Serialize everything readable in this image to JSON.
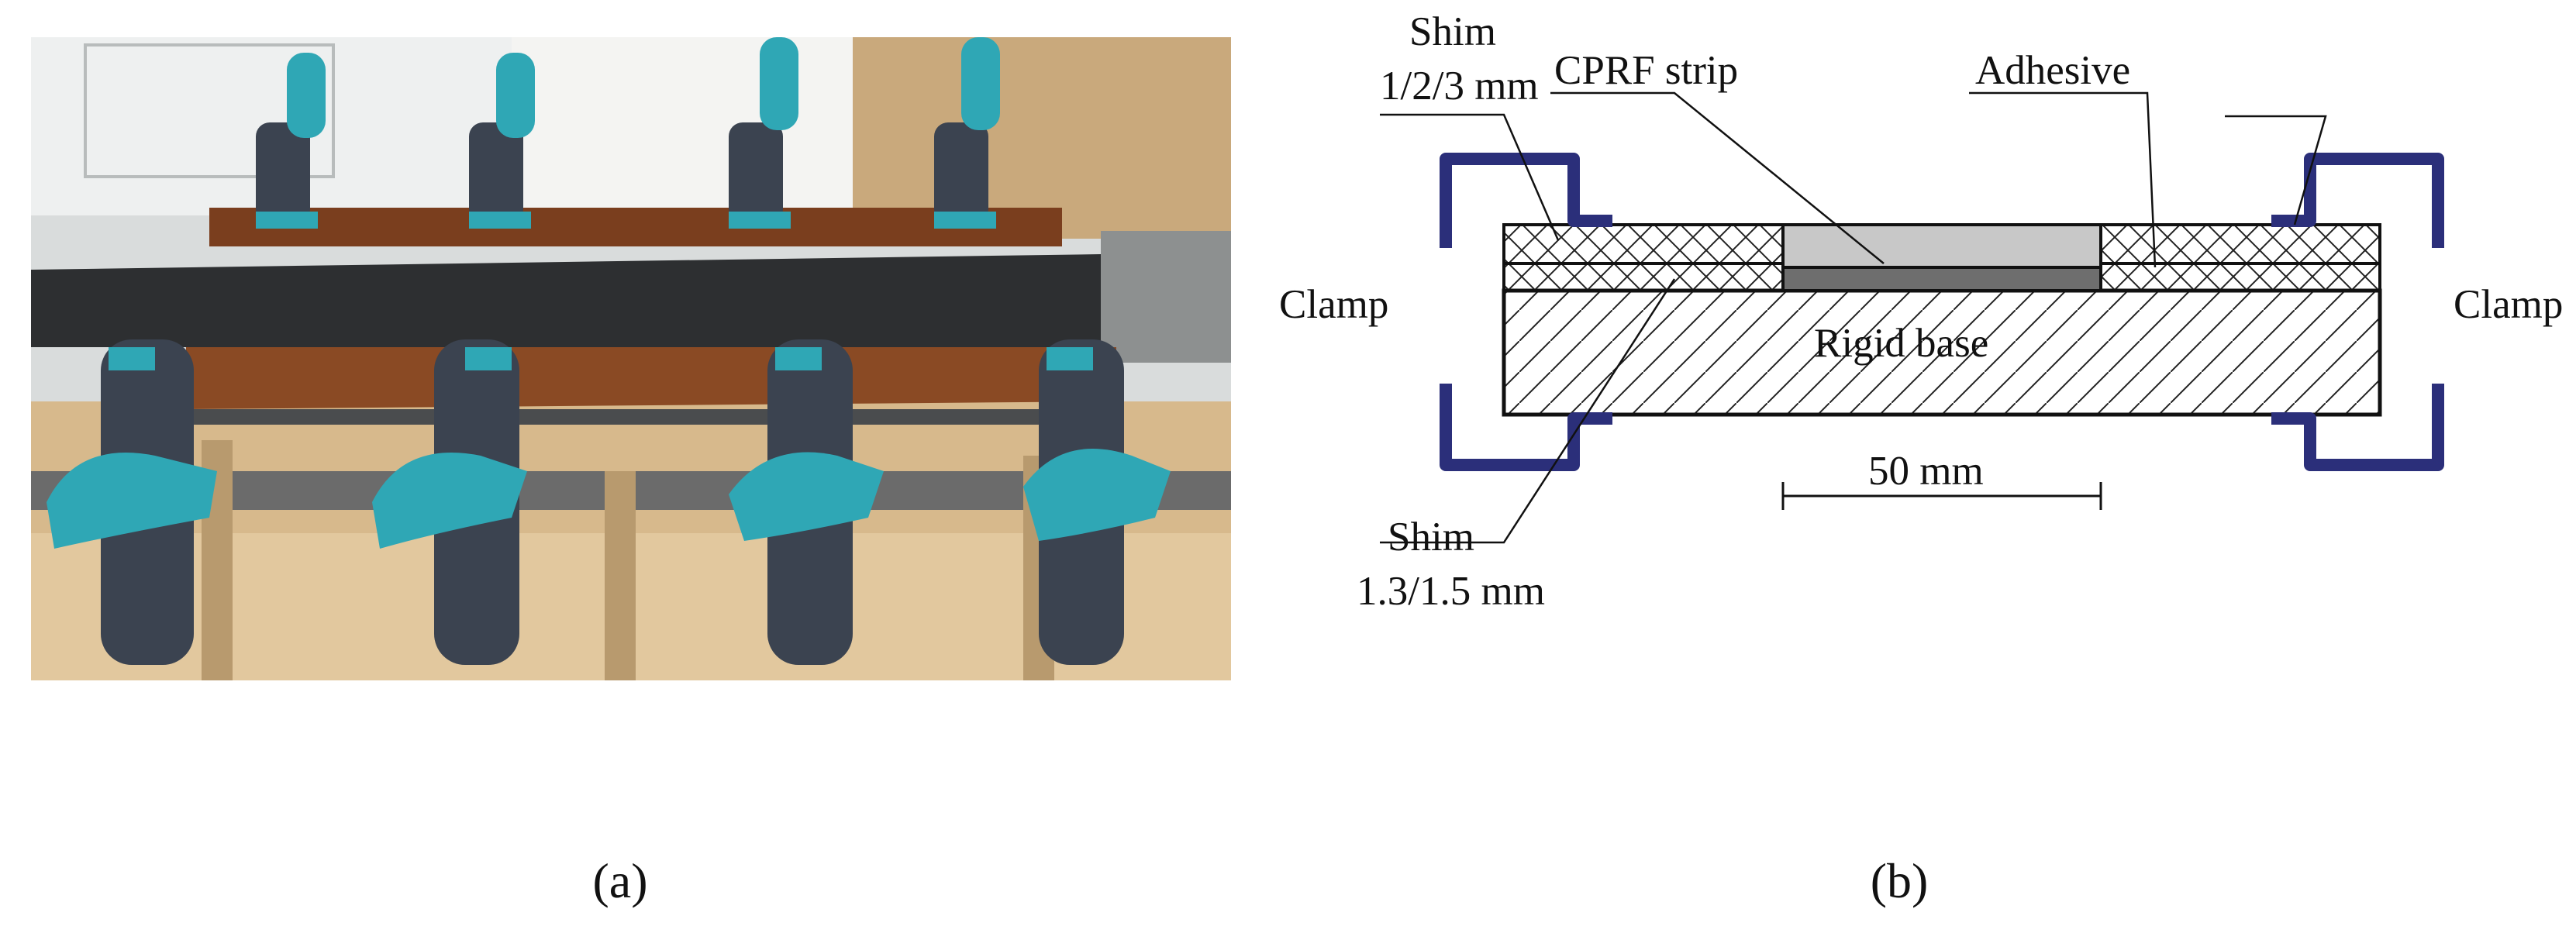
{
  "captions": {
    "a": "(a)",
    "b": "(b)"
  },
  "photo": {
    "description_label": ""
  },
  "diagram": {
    "labels": {
      "shim_top": "Shim",
      "shim_top_size": "1/2/3 mm",
      "strip": "CPRF strip",
      "adhesive": "Adhesive",
      "clamp_left": "Clamp",
      "clamp_right": "Clamp",
      "base": "Rigid base",
      "dimension": "50 mm",
      "shim_bottom": "Shim",
      "shim_bottom_size": "1.3/1.5 mm"
    },
    "colors": {
      "clamp": "#2b2f7a",
      "strip": "#c8c8c8",
      "adhesive": "#6e6e6e"
    }
  }
}
